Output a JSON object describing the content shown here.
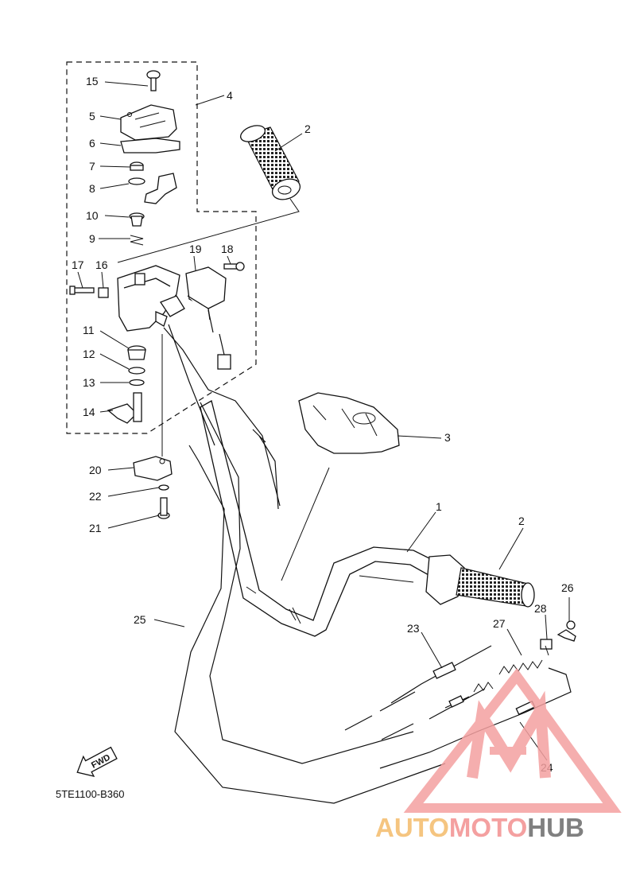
{
  "diagram_code": "5TE1100-B360",
  "fwd_label": "FWD",
  "callouts": [
    "1",
    "2",
    "2",
    "3",
    "4",
    "5",
    "6",
    "7",
    "8",
    "9",
    "10",
    "11",
    "12",
    "13",
    "14",
    "15",
    "16",
    "17",
    "18",
    "19",
    "20",
    "21",
    "22",
    "23",
    "24",
    "25",
    "26",
    "27",
    "28"
  ],
  "watermark": {
    "part1": "AUTO",
    "part2": "MOTO",
    "part3": "HUB",
    "color_primary": "#f4a0a0",
    "color_secondary": "#f5c580",
    "color_dark": "#808080"
  }
}
